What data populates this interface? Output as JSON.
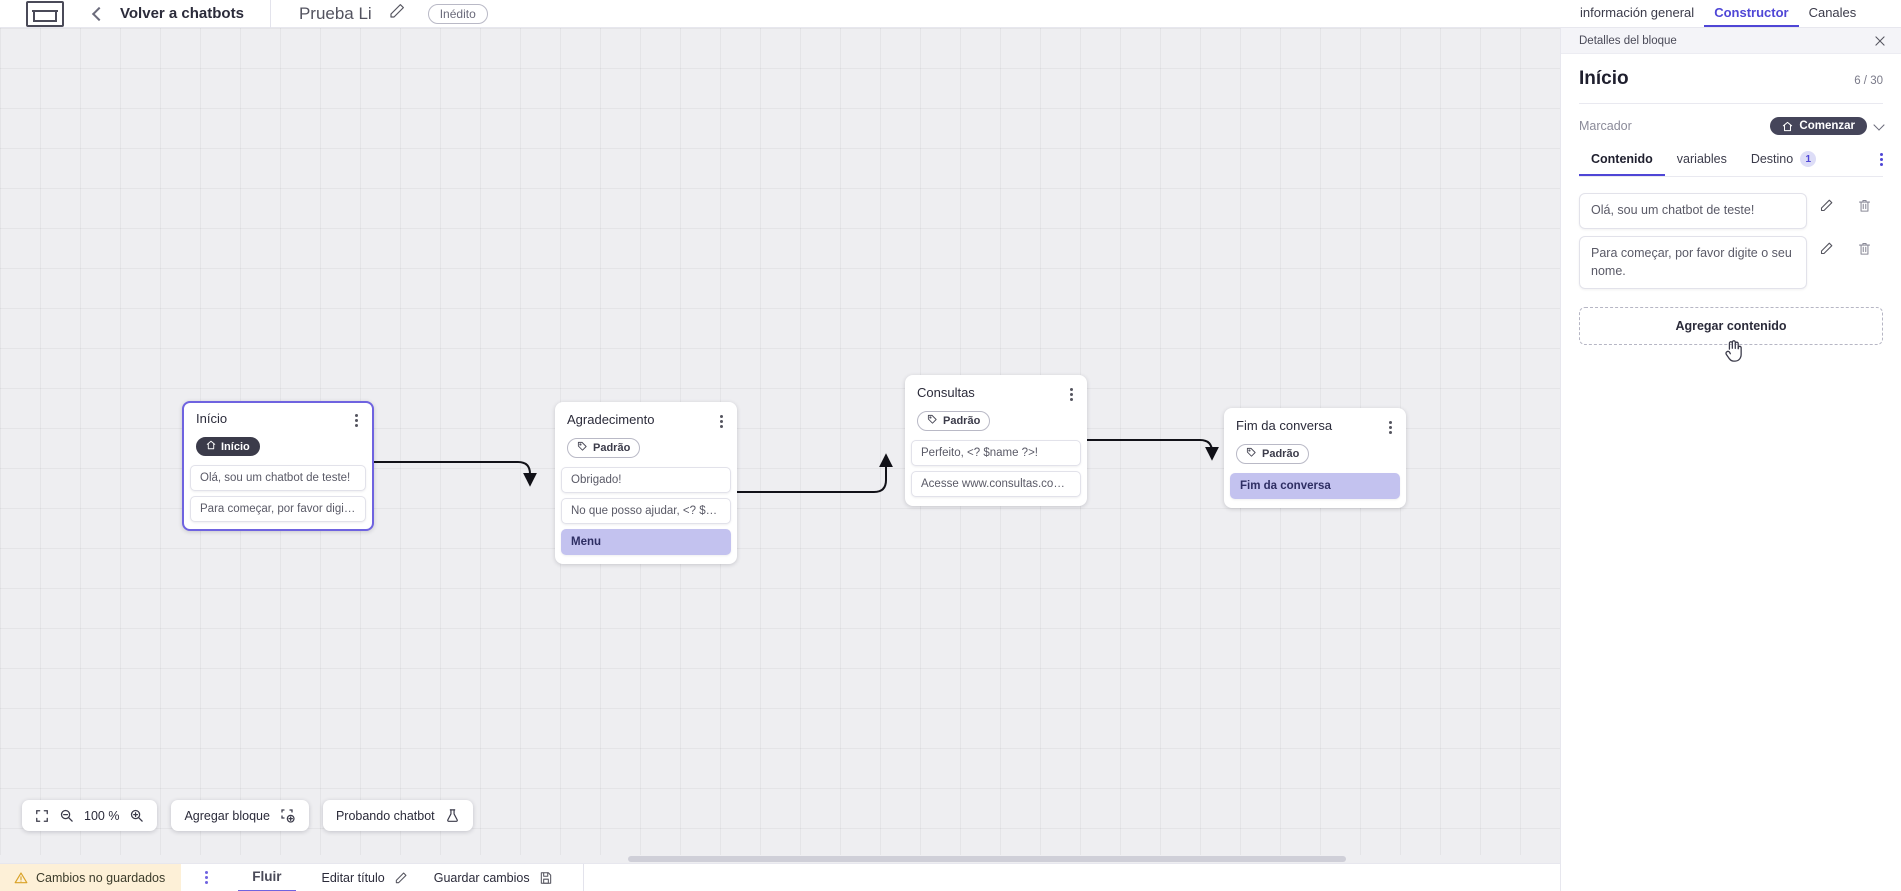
{
  "topbar": {
    "logo_icon": "app-logo-icon",
    "back_chevron_icon": "chevron-left-icon",
    "back_label": "Volver a chatbots",
    "bot_name": "Prueba Li",
    "edit_icon": "pencil-icon",
    "status_badge": "Inédito"
  },
  "right_tabs": [
    {
      "label": "información general",
      "active": false
    },
    {
      "label": "Constructor",
      "active": true
    },
    {
      "label": "Canales",
      "active": false
    }
  ],
  "panel": {
    "header_title": "Detalles del bloque",
    "close_icon": "close-icon",
    "block_title": "Início",
    "char_count": "6 / 30",
    "marcador_label": "Marcador",
    "marcador_value": "Comenzar",
    "marcador_icon": "home-icon",
    "marcador_chevron_icon": "chevron-down-icon",
    "tabs": [
      {
        "label": "Contenido",
        "active": true,
        "badge": ""
      },
      {
        "label": "variables",
        "active": false,
        "badge": ""
      },
      {
        "label": "Destino",
        "active": false,
        "badge": "1"
      }
    ],
    "overflow_icon": "kebab-menu-icon",
    "contents": [
      {
        "text": "Olá, sou um chatbot de teste!",
        "edit_icon": "pencil-icon",
        "delete_icon": "trash-icon"
      },
      {
        "text": "Para começar, por favor digite o seu nome.",
        "edit_icon": "pencil-icon",
        "delete_icon": "trash-icon"
      }
    ],
    "add_content_label": "Agregar contenido"
  },
  "canvas": {
    "zoom_level": "100 %",
    "fit_icon": "fit-screen-icon",
    "zoom_out_icon": "zoom-out-icon",
    "zoom_in_icon": "zoom-in-icon",
    "add_block_label": "Agregar bloque",
    "add_block_icon": "add-block-icon",
    "test_chatbot_label": "Probando chatbot",
    "test_chatbot_icon": "flask-icon",
    "nodes": [
      {
        "id": "inicio",
        "title": "Início",
        "tag": "Início",
        "tag_style": "dark",
        "tag_icon": "home-icon",
        "selected": true,
        "items": [
          {
            "text": "Olá, sou um chatbot de teste!",
            "accent": false
          },
          {
            "text": "Para começar, por favor digite o ...",
            "accent": false
          }
        ]
      },
      {
        "id": "agradecimento",
        "title": "Agradecimento",
        "tag": "Padrão",
        "tag_style": "light",
        "tag_icon": "tag-icon",
        "selected": false,
        "items": [
          {
            "text": "Obrigado!",
            "accent": false
          },
          {
            "text": "No que posso ajudar, <? $name ...",
            "accent": false
          },
          {
            "text": "Menu",
            "accent": true
          }
        ]
      },
      {
        "id": "consultas",
        "title": "Consultas",
        "tag": "Padrão",
        "tag_style": "light",
        "tag_icon": "tag-icon",
        "selected": false,
        "items": [
          {
            "text": "Perfeito, <? $name ?>!",
            "accent": false
          },
          {
            "text": "Acesse www.consultas.com par...",
            "accent": false
          }
        ]
      },
      {
        "id": "fim",
        "title": "Fim da conversa",
        "tag": "Padrão",
        "tag_style": "light",
        "tag_icon": "tag-icon",
        "selected": false,
        "items": [
          {
            "text": "Fim da conversa",
            "accent": true
          }
        ]
      }
    ]
  },
  "statusbar": {
    "warning_icon": "warning-icon",
    "unsaved_label": "Cambios no guardados",
    "kebab_icon": "kebab-menu-icon",
    "flow_tab": "Fluir",
    "edit_title_label": "Editar título",
    "edit_title_icon": "pencil-icon",
    "save_label": "Guardar cambios",
    "save_icon": "save-icon"
  },
  "colors": {
    "accent": "#4f46d6",
    "node_accent_bg": "#c3c2ef",
    "canvas_bg": "#eeeef1",
    "warning_bg": "#fdf0d7"
  }
}
